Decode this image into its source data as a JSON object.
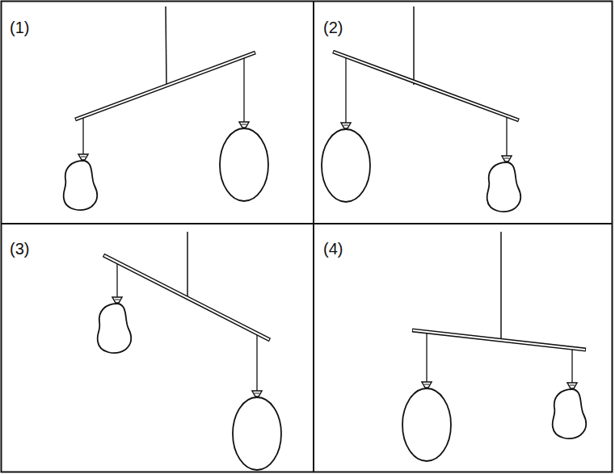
{
  "diagram": {
    "labels": [
      "(1)",
      "(2)",
      "(3)",
      "(4)"
    ]
  }
}
